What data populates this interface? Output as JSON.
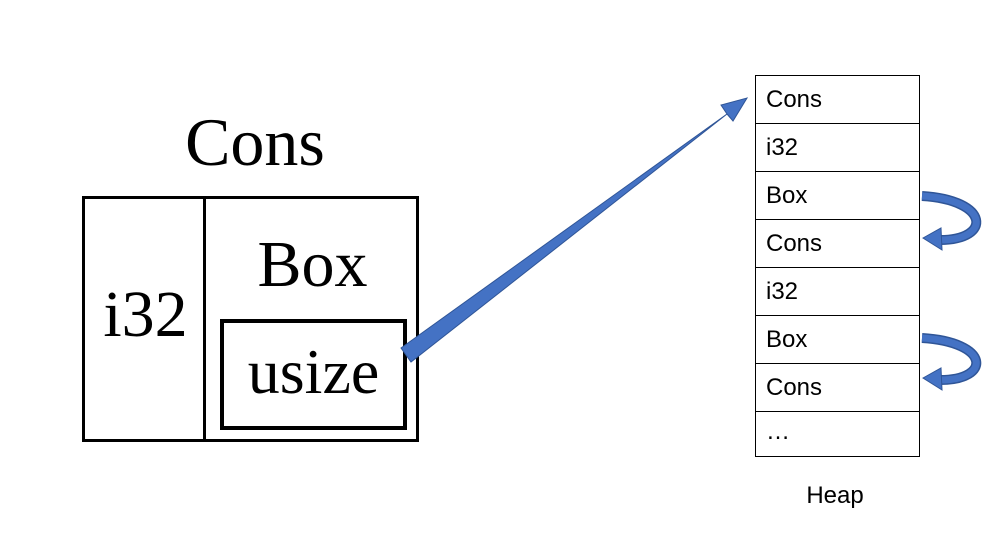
{
  "struct": {
    "title": "Cons",
    "field_int": "i32",
    "field_box": "Box",
    "field_pointer": "usize"
  },
  "heap": {
    "label": "Heap",
    "cells": [
      "Cons",
      "i32",
      "Box",
      "Cons",
      "i32",
      "Box",
      "Cons",
      "…"
    ]
  },
  "colors": {
    "arrow": "#4472C4",
    "arrow_stroke": "#2F5597"
  }
}
